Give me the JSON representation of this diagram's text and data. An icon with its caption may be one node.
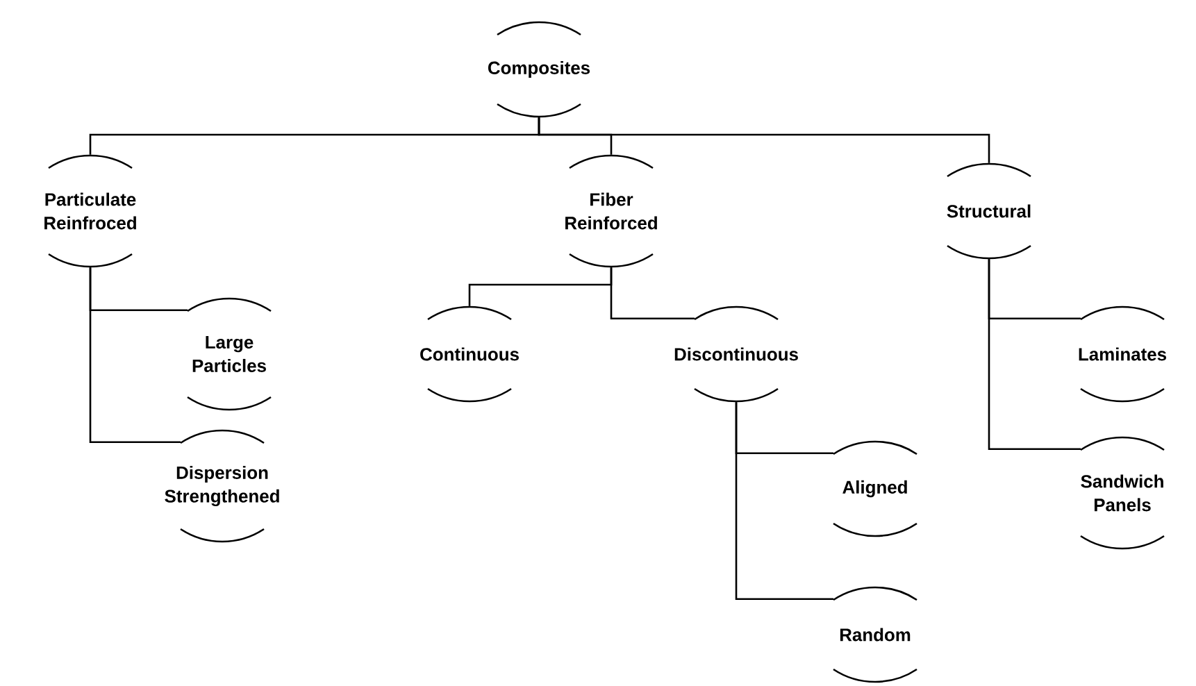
{
  "diagram": {
    "nodes": [
      {
        "text": [
          "Composites"
        ]
      },
      {
        "text": [
          "Particulate Reinfroced"
        ]
      },
      {
        "text": [
          "Fiber Reinforced"
        ]
      },
      {
        "text": [
          "Structural"
        ]
      },
      {
        "text": [
          "Large Particles"
        ]
      },
      {
        "text": [
          "Dispersion Strengthened"
        ]
      },
      {
        "text": [
          "Continuous"
        ]
      },
      {
        "text": [
          "Discontinuous"
        ]
      },
      {
        "text": [
          "Aligned"
        ]
      },
      {
        "text": [
          "Random"
        ]
      },
      {
        "text": [
          "Laminates"
        ]
      },
      {
        "text": [
          "Sandwich Panels"
        ]
      }
    ],
    "edges": [
      {
        "from": 0,
        "to": 1,
        "arrow": "none"
      },
      {
        "from": 0,
        "to": 2,
        "arrow": "none"
      },
      {
        "from": 0,
        "to": 3,
        "arrow": "none"
      },
      {
        "from": 1,
        "to": 4,
        "arrow": "none"
      },
      {
        "from": 1,
        "to": 5,
        "arrow": "none"
      },
      {
        "from": 2,
        "to": 6,
        "arrow": "none"
      },
      {
        "from": 2,
        "to": 7,
        "arrow": "none"
      },
      {
        "from": 7,
        "to": 8,
        "arrow": "none"
      },
      {
        "from": 7,
        "to": 9,
        "arrow": "none"
      },
      {
        "from": 3,
        "to": 10,
        "arrow": "none"
      },
      {
        "from": 3,
        "to": 11,
        "arrow": "none"
      }
    ]
  }
}
